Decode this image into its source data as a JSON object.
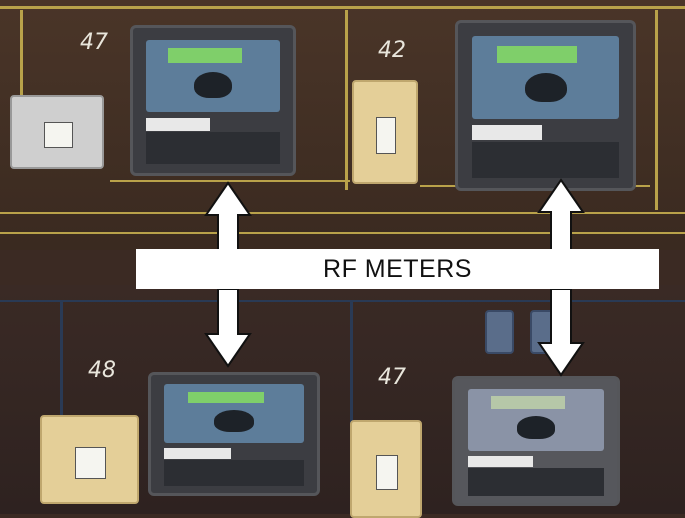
{
  "annotation": {
    "label": "RF METERS"
  },
  "handwritten_numbers": [
    "47",
    "42",
    "48",
    "47"
  ],
  "colors": {
    "board": "#3b2a23",
    "wire": "#b9a24a",
    "label_bg": "#ffffff",
    "arrow": "#ffffff"
  }
}
